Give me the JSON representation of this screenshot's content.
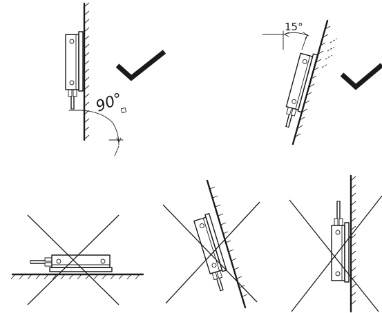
{
  "figures": {
    "vertical_ok": {
      "angle_label": "90°",
      "verdict": "correct"
    },
    "tilted_ok": {
      "angle_label": "15°",
      "verdict": "correct"
    },
    "horizontal_floor": {
      "verdict": "incorrect"
    },
    "tilted_over": {
      "verdict": "incorrect"
    },
    "upside_down": {
      "verdict": "incorrect"
    }
  },
  "icons": {
    "check": "check-mark-icon",
    "cross": "cross-mark-icon"
  },
  "colors": {
    "ink": "#1a1a1a",
    "background": "#ffffff"
  }
}
